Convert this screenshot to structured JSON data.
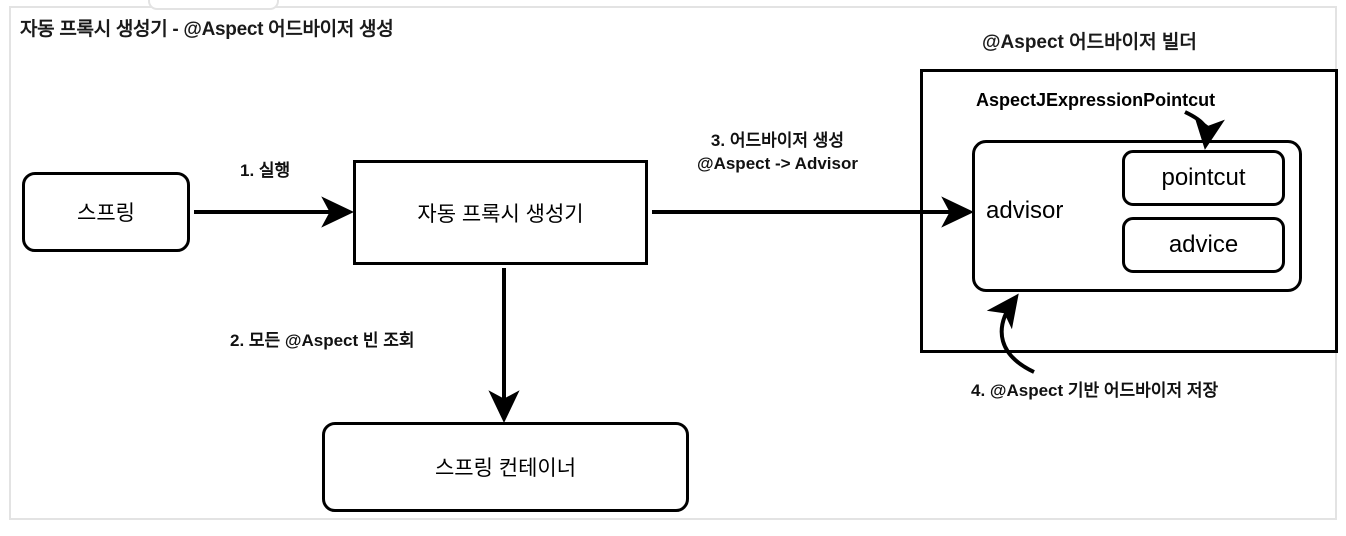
{
  "diagram": {
    "title": "자동 프록시 생성기 - @Aspect 어드바이저 생성",
    "nodes": {
      "spring": "스프링",
      "auto_proxy_creator": "자동 프록시 생성기",
      "spring_container": "스프링 컨테이너",
      "advisor": "advisor",
      "pointcut": "pointcut",
      "advice": "advice"
    },
    "groups": {
      "builder_title": "@Aspect 어드바이저 빌더",
      "pointcut_class": "AspectJExpressionPointcut"
    },
    "edges": {
      "step1": "1. 실행",
      "step2": "2. 모든 @Aspect 빈 조회",
      "step3_line1": "3. 어드바이저 생성",
      "step3_line2": "@Aspect -> Advisor",
      "step4": "4. @Aspect 기반 어드바이저 저장"
    },
    "colors": {
      "stroke": "#000000",
      "frame": "#e3e3e3",
      "background": "#ffffff",
      "text": "#111111"
    }
  }
}
